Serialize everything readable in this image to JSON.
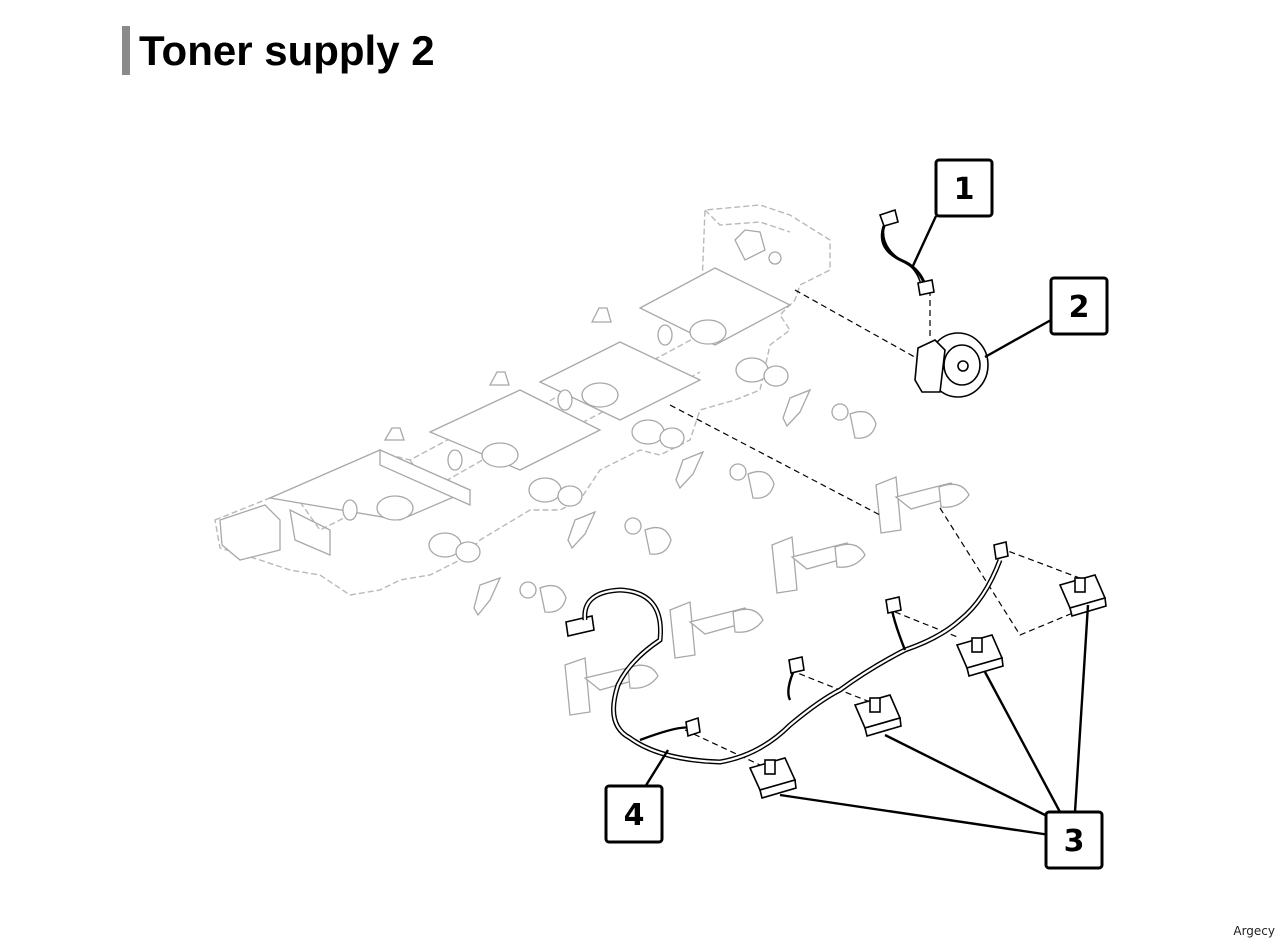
{
  "header": {
    "title": "Toner supply 2"
  },
  "diagram": {
    "callouts": [
      {
        "label": "1",
        "part": "cable"
      },
      {
        "label": "2",
        "part": "motor"
      },
      {
        "label": "3",
        "part": "sensors"
      },
      {
        "label": "4",
        "part": "harness"
      }
    ]
  },
  "footer": {
    "watermark": "Argecy"
  }
}
